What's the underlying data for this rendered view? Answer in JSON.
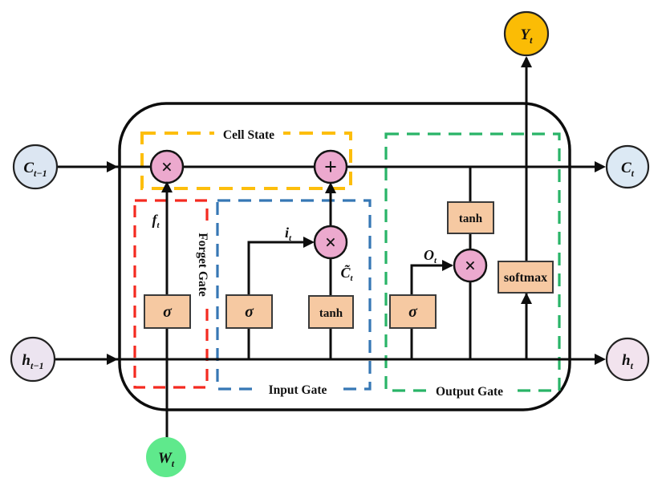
{
  "gates": {
    "cell_state": {
      "label": "Cell State",
      "color": "#FDBE0C"
    },
    "forget": {
      "label": "Forget Gate",
      "color": "#F42A20"
    },
    "input": {
      "label": "Input Gate",
      "color": "#3677B5"
    },
    "output": {
      "label": "Output Gate",
      "color": "#29B467"
    }
  },
  "io_nodes": {
    "c_prev": {
      "base": "C",
      "sub": "t−1",
      "fill": "#DCE6F2"
    },
    "h_prev": {
      "base": "h",
      "sub": "t−1",
      "fill": "#ECE4F0"
    },
    "c_next": {
      "base": "C",
      "sub": "t",
      "fill": "#DCE9F4"
    },
    "h_next": {
      "base": "h",
      "sub": "t",
      "fill": "#F2E3EE"
    },
    "y_out": {
      "base": "Y",
      "sub": "t",
      "fill": "#FBBC05"
    },
    "w_in": {
      "base": "W",
      "sub": "t",
      "fill": "#5FE98C"
    }
  },
  "operators": {
    "multiply": "×",
    "add": "+",
    "fill": "#ECA9CE"
  },
  "activations": {
    "sigma": "σ",
    "tanh": "tanh",
    "softmax": "softmax",
    "fill": "#F6C9A2"
  },
  "signals": {
    "forget": {
      "base": "f",
      "sub": "t"
    },
    "input": {
      "base": "i",
      "sub": "t"
    },
    "candidate": {
      "base": "C̃",
      "sub": "t"
    },
    "output": {
      "base": "O",
      "sub": "t"
    }
  }
}
